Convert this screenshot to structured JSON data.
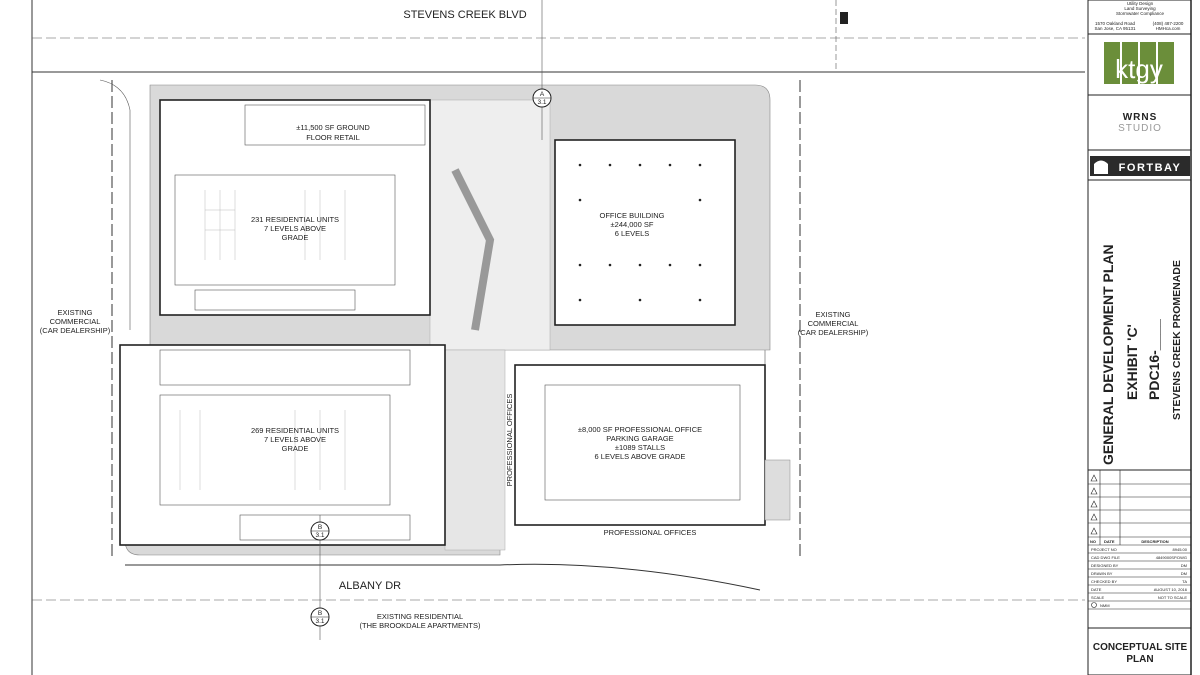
{
  "streets": {
    "north": "STEVENS CREEK BLVD",
    "south": "ALBANY DR"
  },
  "buildings": {
    "retail": {
      "line1": "±11,500 SF GROUND",
      "line2": "FLOOR RETAIL"
    },
    "res_north": {
      "line1": "231 RESIDENTIAL UNITS",
      "line2": "7 LEVELS ABOVE",
      "line3": "GRADE"
    },
    "office": {
      "line1": "OFFICE BUILDING",
      "line2": "±244,000 SF",
      "line3": "6 LEVELS"
    },
    "res_south": {
      "line1": "269 RESIDENTIAL UNITS",
      "line2": "7 LEVELS ABOVE",
      "line3": "GRADE"
    },
    "garage": {
      "line1": "±8,000 SF PROFESSIONAL OFFICE",
      "line2": "PARKING GARAGE",
      "line3": "±1089 STALLS",
      "line4": "6 LEVELS ABOVE GRADE"
    },
    "prof_offices_vertical": "PROFESSIONAL OFFICES",
    "prof_offices_horizontal": "PROFESSIONAL OFFICES"
  },
  "surroundings": {
    "west": {
      "line1": "EXISTING",
      "line2": "COMMERCIAL",
      "line3": "(CAR DEALERSHIP)"
    },
    "east": {
      "line1": "EXISTING",
      "line2": "COMMERCIAL",
      "line3": "(CAR DEALERSHIP)"
    },
    "south": {
      "line1": "EXISTING RESIDENTIAL",
      "line2": "(THE BROOKDALE APARTMENTS)"
    }
  },
  "section_markers": [
    {
      "letter": "A",
      "sheet": "3.1"
    },
    {
      "letter": "B",
      "sheet": "3.1"
    },
    {
      "letter": "B",
      "sheet": "3.1"
    }
  ],
  "title_block": {
    "consultant": {
      "line1": "Utility Design",
      "line2": "Land Surveying",
      "line3": "Stormwater Compliance",
      "address1": "1570 Oakland Road",
      "address2": "San Jose, CA 95131",
      "phone": "(408) 487-2200",
      "web": "HMHca.com"
    },
    "logos": {
      "ktgy": "ktgy",
      "wrns_1": "WRNS",
      "wrns_2": "STUDIO",
      "fortbay": "FORTBAY"
    },
    "titles": {
      "plan": "GENERAL DEVELOPMENT PLAN",
      "exhibit": "EXHIBIT 'C'",
      "pdc": "PDC16-____",
      "project": "STEVENS CREEK PROMENADE"
    },
    "revision_headers": {
      "no": "NO",
      "date": "DATE",
      "description": "DESCRIPTION"
    },
    "info": [
      {
        "label": "PROJECT NO",
        "value": "8945.00"
      },
      {
        "label": "CAD DWG FILE",
        "value": "4849000SP.DWG"
      },
      {
        "label": "DESIGNED BY",
        "value": "DM"
      },
      {
        "label": "DRAWN BY",
        "value": "DM"
      },
      {
        "label": "CHECKED BY",
        "value": "TA"
      },
      {
        "label": "DATE",
        "value": "AUGUST 10, 2016"
      },
      {
        "label": "SCALE",
        "value": "NOT TO SCALE"
      }
    ],
    "north_label": "NMM",
    "sheet_title_1": "CONCEPTUAL SITE",
    "sheet_title_2": "PLAN"
  },
  "colors": {
    "ktgy_green": "#6b8e3a",
    "fortbay_dark": "#2b2b2b",
    "paving": "#d9d9d9"
  }
}
